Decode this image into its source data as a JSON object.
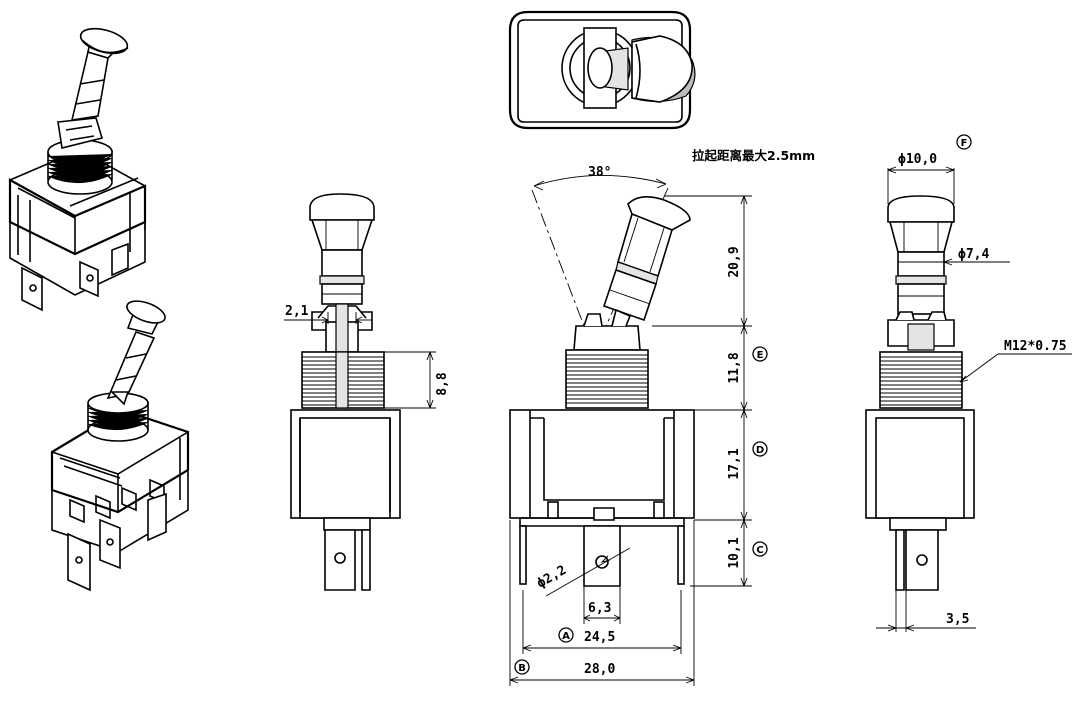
{
  "note": "拉起距离最大2.5mm",
  "angle_label": "38°",
  "dims": {
    "d_2_1": "2,1",
    "d_8_8": "8,8",
    "d_20_9": "20,9",
    "d_11_8": "11,8",
    "d_17_1": "17,1",
    "d_10_1": "10,1",
    "d_hole": "ϕ2,2",
    "d_6_3": "6,3",
    "d_24_5": "24,5",
    "d_28_0": "28,0",
    "d_phi10": "ϕ10,0",
    "d_phi7": "ϕ7,4",
    "d_thread": "M12*0.75",
    "d_3_5": "3,5"
  },
  "markers": {
    "a": "A",
    "b": "B",
    "c": "C",
    "d": "D",
    "e": "E",
    "f": "F"
  }
}
